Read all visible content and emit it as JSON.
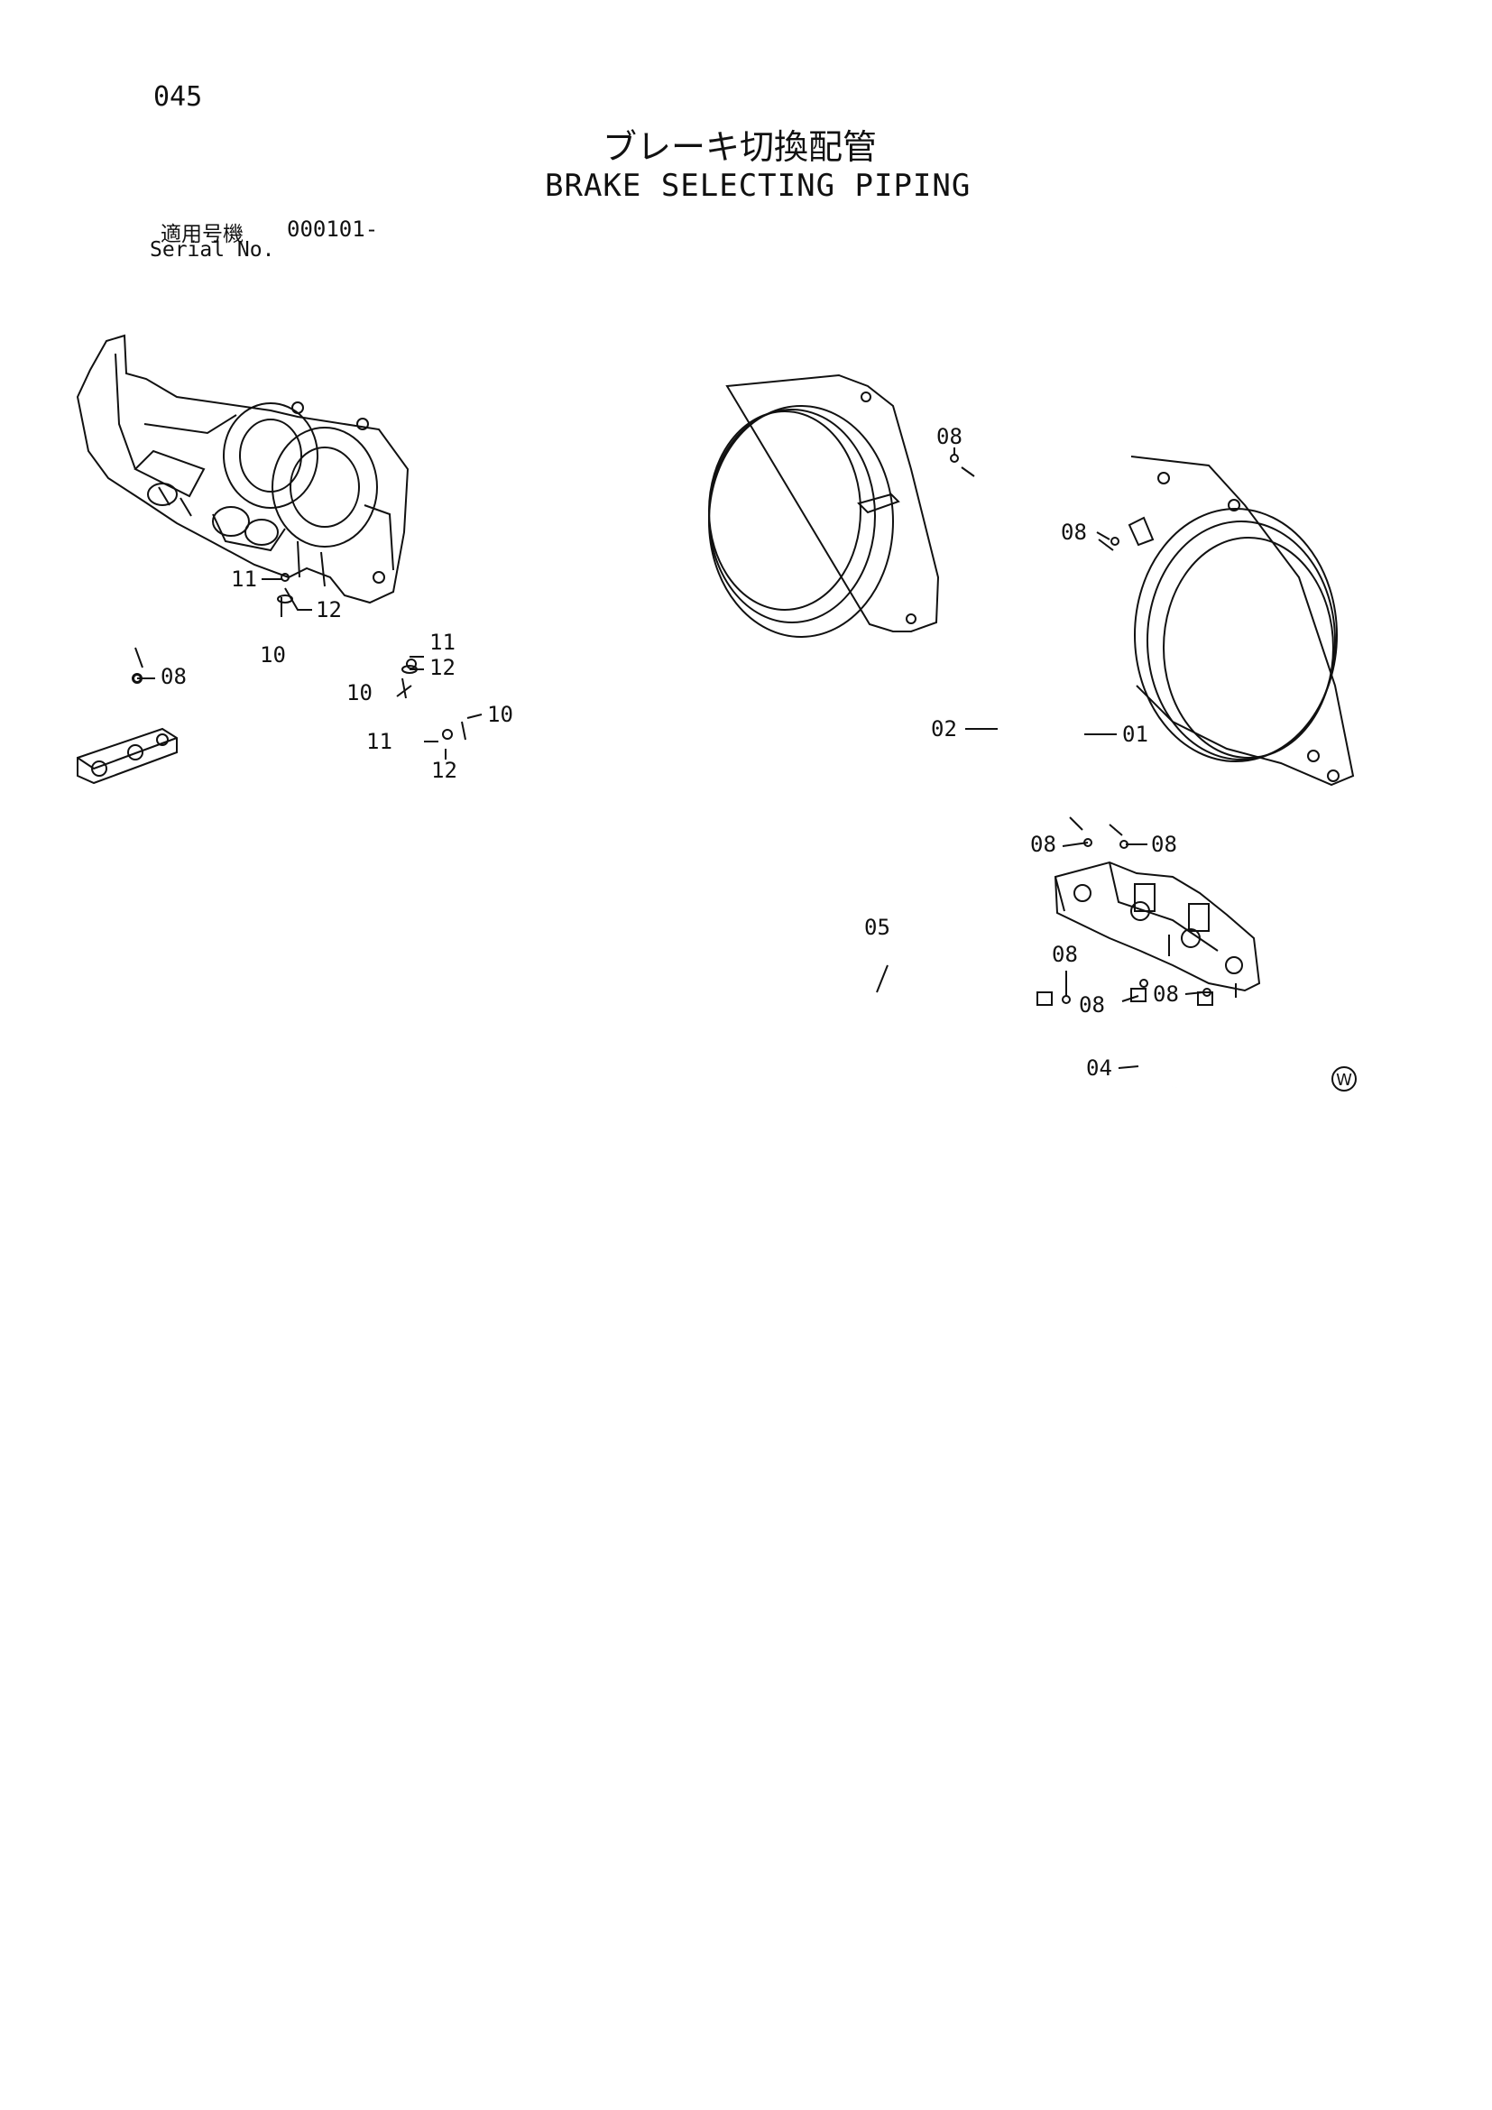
{
  "header": {
    "page_number": "045",
    "title_jp": "ブレーキ切換配管",
    "title_en": "BRAKE SELECTING PIPING",
    "serial_label_jp": "適用号機",
    "serial_value": "000101-",
    "serial_label_en": "Serial No."
  },
  "callouts": [
    {
      "id": "c-08-top",
      "label": "08"
    },
    {
      "id": "c-08-right",
      "label": "08"
    },
    {
      "id": "c-11-a",
      "label": "11"
    },
    {
      "id": "c-12-a",
      "label": "12"
    },
    {
      "id": "c-10-a",
      "label": "10"
    },
    {
      "id": "c-08-left",
      "label": "08"
    },
    {
      "id": "c-11-b",
      "label": "11"
    },
    {
      "id": "c-12-b",
      "label": "12"
    },
    {
      "id": "c-10-b",
      "label": "10"
    },
    {
      "id": "c-10-c",
      "label": "10"
    },
    {
      "id": "c-11-c",
      "label": "11"
    },
    {
      "id": "c-12-c",
      "label": "12"
    },
    {
      "id": "c-02",
      "label": "02"
    },
    {
      "id": "c-01",
      "label": "01"
    },
    {
      "id": "c-08-v1",
      "label": "08"
    },
    {
      "id": "c-08-v2",
      "label": "08"
    },
    {
      "id": "c-05",
      "label": "05"
    },
    {
      "id": "c-08-v3",
      "label": "08"
    },
    {
      "id": "c-08-v4",
      "label": "08"
    },
    {
      "id": "c-08-v5",
      "label": "08"
    },
    {
      "id": "c-04",
      "label": "04"
    }
  ],
  "mark": {
    "symbol": "W"
  }
}
